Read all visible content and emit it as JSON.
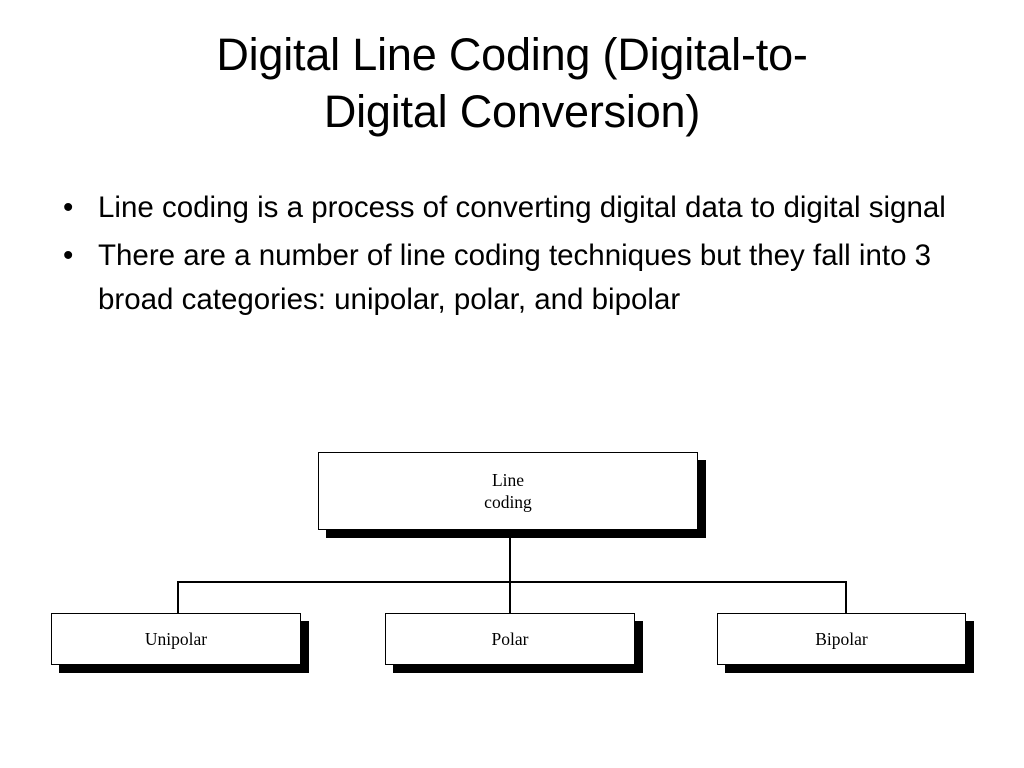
{
  "slide": {
    "title": "Digital Line Coding (Digital-to-\nDigital Conversion)",
    "bullets": [
      "Line coding is a process of converting digital data to digital signal",
      "There are a number of line coding techniques but they fall into 3 broad categories: unipolar, polar, and bipolar"
    ],
    "bullet_marker": "•"
  },
  "diagram": {
    "type": "tree",
    "root": {
      "label": "Line\ncoding"
    },
    "children": [
      {
        "label": "Unipolar"
      },
      {
        "label": "Polar"
      },
      {
        "label": "Bipolar"
      }
    ],
    "colors": {
      "background": "#ffffff",
      "box_fill": "#ffffff",
      "box_border": "#000000",
      "box_shadow": "#000000",
      "connector": "#000000",
      "text": "#000000"
    }
  }
}
